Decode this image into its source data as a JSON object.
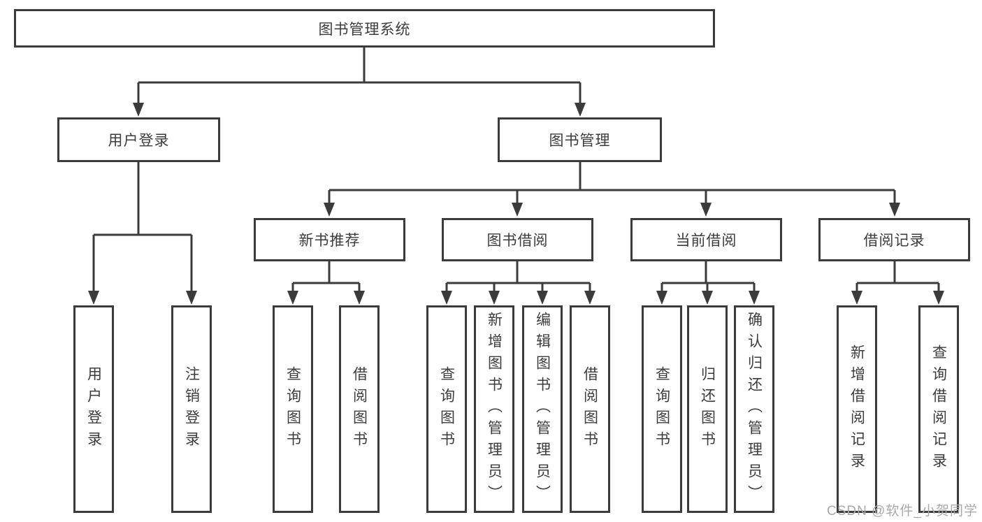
{
  "tree": {
    "root": "图书管理系统",
    "level2": [
      {
        "label": "用户登录",
        "children": [
          "用户登录",
          "注销登录"
        ]
      },
      {
        "label": "图书管理",
        "children": [
          {
            "label": "新书推荐",
            "children": [
              "查询图书",
              "借阅图书"
            ]
          },
          {
            "label": "图书借阅",
            "children": [
              "查询图书",
              "新增图书（管理员）",
              "编辑图书（管理员）",
              "借阅图书"
            ]
          },
          {
            "label": "当前借阅",
            "children": [
              "查询图书",
              "归还图书",
              "确认归还（管理员）"
            ]
          },
          {
            "label": "借阅记录",
            "children": [
              "新增借阅记录",
              "查询借阅记录"
            ]
          }
        ]
      }
    ]
  },
  "colors": {
    "line": "#3b3b3b",
    "text": "#3c3c3c",
    "watermark": "#a9a9a9"
  },
  "watermark": {
    "text": "CSDN @软件_小贺同学"
  }
}
